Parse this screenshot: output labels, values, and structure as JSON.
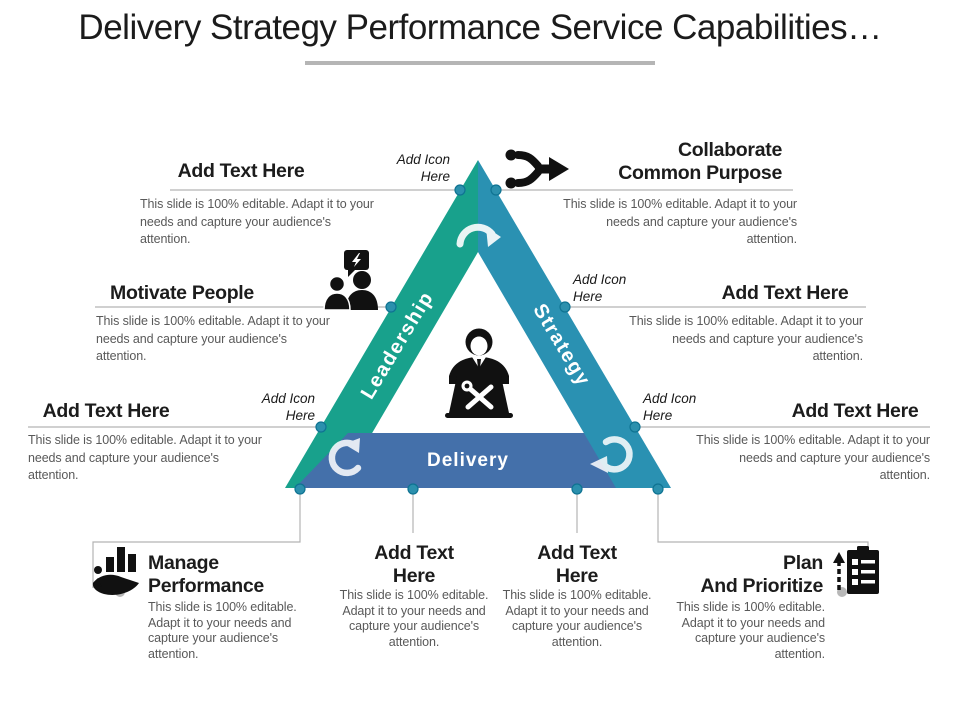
{
  "title": "Delivery Strategy Performance Service Capabilities…",
  "triangle": {
    "left_label": "Leadership",
    "right_label": "Strategy",
    "bottom_label": "Delivery"
  },
  "hints": {
    "top": "Add Icon Here",
    "mid_right": "Add Icon Here",
    "low_left": "Add Icon Here",
    "low_right": "Add Icon Here"
  },
  "blocks": {
    "top_left": {
      "heading": "Add Text Here",
      "body": "This slide is 100% editable. Adapt it to your needs and capture your audience's attention."
    },
    "top_right": {
      "heading_line1": "Collaborate",
      "heading_line2": "Common Purpose",
      "body": "This slide is 100% editable. Adapt it to your needs and capture your audience's attention."
    },
    "mid_left": {
      "heading": "Motivate People",
      "body": "This slide is 100% editable. Adapt it to your needs and capture your audience's attention."
    },
    "mid_right": {
      "heading": "Add Text Here",
      "body": "This slide is 100% editable. Adapt it to your needs and capture your audience's attention."
    },
    "low_left": {
      "heading": "Add Text Here",
      "body": "This slide is 100% editable. Adapt it to your needs and capture your audience's attention."
    },
    "low_right": {
      "heading": "Add Text Here",
      "body": "This slide is 100% editable. Adapt it to your needs and capture your audience's attention."
    },
    "bottom_manage": {
      "heading_line1": "Manage",
      "heading_line2": "Performance",
      "body": "This slide is 100% editable. Adapt it to your needs and capture your audience's attention."
    },
    "bottom_center_left": {
      "heading_line1": "Add Text",
      "heading_line2": "Here",
      "body": "This slide is 100% editable. Adapt it to your needs and capture your audience's attention."
    },
    "bottom_center_right": {
      "heading_line1": "Add Text",
      "heading_line2": "Here",
      "body": "This slide is 100% editable. Adapt it to your needs and capture your audience's attention."
    },
    "bottom_plan": {
      "heading_line1": "Plan",
      "heading_line2": "And Prioritize",
      "body": "This slide is 100% editable. Adapt it to your needs and capture your audience's attention."
    }
  },
  "icons": {
    "top_right": "merge-arrows-icon",
    "mid_left": "people-lightning-icon",
    "center": "person-laptop-tools-icon",
    "bottom_left": "hand-bar-chart-icon",
    "bottom_right": "clipboard-checklist-icon",
    "apex_arrow": "rotate-arrow-icon",
    "bottom_left_arrow": "rotate-arrow-icon",
    "bottom_right_arrow": "rotate-arrow-icon"
  },
  "colors": {
    "leadership_band": "#18a18c",
    "strategy_band": "#2a91b2",
    "delivery_band": "#4470aa",
    "connector_line": "#b3b3b3",
    "connector_dot": "#2b90ad",
    "gray_dot": "#b8b8b8",
    "heading_text": "#1c1c1c",
    "body_text": "#595959",
    "underline": "#b5b5b5"
  }
}
